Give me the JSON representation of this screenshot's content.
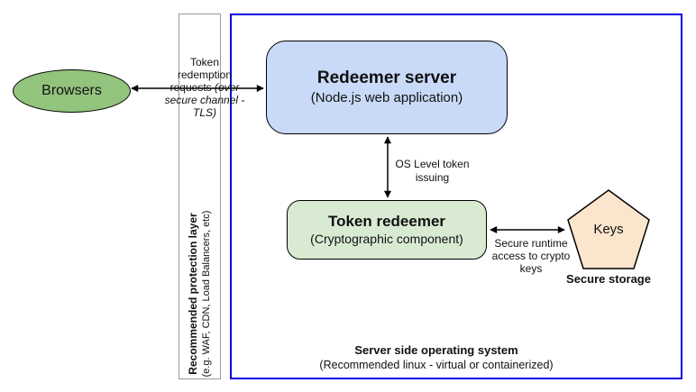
{
  "diagram": {
    "browsers": {
      "label": "Browsers",
      "fill": "#93c47d"
    },
    "protection_layer": {
      "title": "Recommended protection layer",
      "subtitle": "(e.g. WAF, CDN, Load Balancers, etc)",
      "border_color": "#999999"
    },
    "os_boundary": {
      "title": "Server side operating system",
      "subtitle": "(Recommended linux - virtual or containerized)",
      "border_color": "#0000e6"
    },
    "redeemer_server": {
      "title": "Redeemer server",
      "subtitle": "(Node.js web application)",
      "fill": "#c9daf8"
    },
    "token_redeemer": {
      "title": "Token redeemer",
      "subtitle": "(Cryptographic component)",
      "fill": "#d9ead3"
    },
    "keys": {
      "label": "Keys",
      "caption": "Secure storage",
      "fill": "#fce5cd"
    },
    "edges": {
      "browsers_to_server": {
        "label": "Token redemption requests",
        "label_italic": "(over secure channel - TLS)"
      },
      "server_to_redeemer": {
        "label": "OS Level token issuing"
      },
      "redeemer_to_keys": {
        "label": "Secure runtime access to crypto keys"
      }
    },
    "arrow_color": "#000000"
  }
}
